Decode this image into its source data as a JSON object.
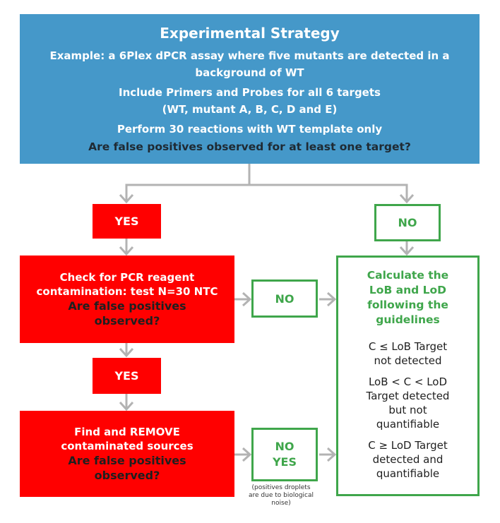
{
  "strategy": {
    "title": "Experimental Strategy",
    "example_line1": "Example: a 6Plex dPCR assay where five mutants are detected in a",
    "example_line2": "background of WT",
    "include_line1": "Include Primers and Probes for all 6 targets",
    "include_line2": "(WT, mutant A, B, C, D and E)",
    "perform": "Perform 30 reactions with WT template only",
    "question": "Are false positives observed for at least one target?"
  },
  "yes1": "YES",
  "no_top": "NO",
  "check": {
    "line1": "Check for PCR reagent",
    "line2": "contamination: test N=30 NTC",
    "q1": "Are false positives",
    "q2": "observed?"
  },
  "no_mid": "NO",
  "yes2": "YES",
  "find": {
    "line1": "Find and REMOVE",
    "line2": "contaminated sources",
    "q1": "Are false positives",
    "q2": "observed?"
  },
  "noyes": {
    "no": "NO",
    "yes": "YES"
  },
  "note": {
    "line1": "(positives droplets",
    "line2": "are due to biological",
    "line3": "noise)"
  },
  "result": {
    "head1": "Calculate the",
    "head2": "LoB and LoD",
    "head3": "following the",
    "head4": "guidelines",
    "item1a": "C ≤ LoB Target",
    "item1b": "not detected",
    "item2a": "LoB < C < LoD",
    "item2b": "Target detected",
    "item2c": "but not",
    "item2d": "quantifiable",
    "item3a": "C ≥ LoD Target",
    "item3b": "detected and",
    "item3c": "quantifiable"
  },
  "colors": {
    "blue": "#4598c9",
    "red": "#ff0000",
    "green": "#3fa64b",
    "arrow": "#b3b3b3"
  }
}
